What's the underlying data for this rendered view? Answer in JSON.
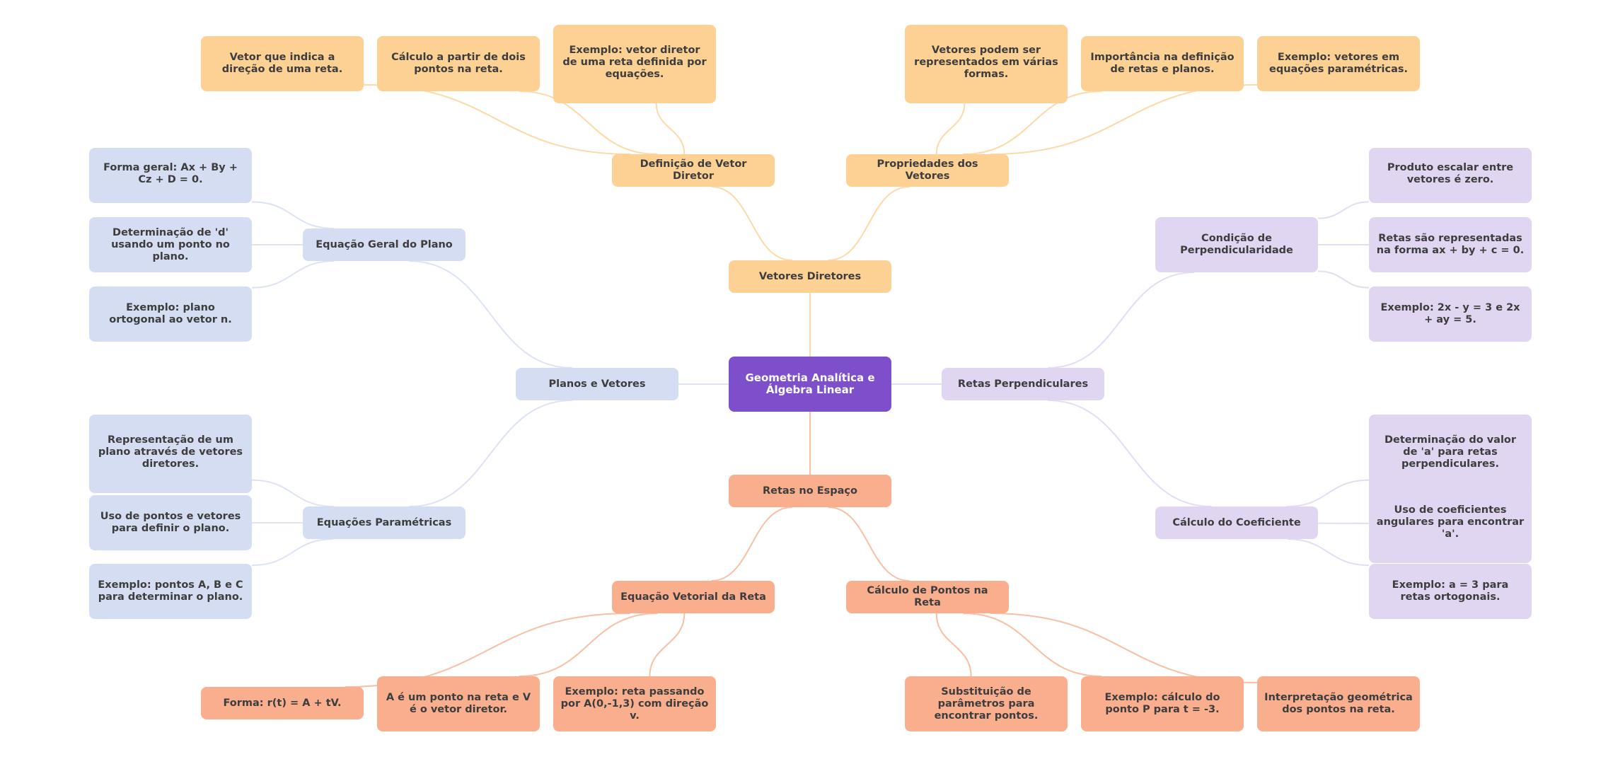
{
  "mindmap": {
    "root": {
      "label": "Geometria Analítica e Álgebra Linear",
      "color": "#7e4fca"
    },
    "branches": [
      {
        "id": "vetores",
        "label": "Vetores Diretores",
        "color": "#fdd093",
        "edge_color": "#fdd9a8",
        "children": [
          {
            "label": "Definição de Vetor Diretor",
            "children": [
              "Vetor que indica a direção de uma reta.",
              "Cálculo a partir de dois pontos na reta.",
              "Exemplo: vetor diretor de uma reta definida por equações."
            ]
          },
          {
            "label": "Propriedades dos Vetores",
            "children": [
              "Vetores podem ser representados em várias formas.",
              "Importância na definição de retas e planos.",
              "Exemplo: vetores em equações paramétricas."
            ]
          }
        ]
      },
      {
        "id": "planos",
        "label": "Planos e Vetores",
        "color": "#d5ddf2",
        "edge_color": "#dde3f4",
        "children": [
          {
            "label": "Equação Geral do Plano",
            "children": [
              "Forma geral: Ax + By + Cz + D = 0.",
              "Determinação de 'd' usando um ponto no plano.",
              "Exemplo: plano ortogonal ao vetor n."
            ]
          },
          {
            "label": "Equações Paramétricas",
            "children": [
              "Representação de um plano através de vetores diretores.",
              "Uso de pontos e vetores para definir o plano.",
              "Exemplo: pontos A, B e C para determinar o plano."
            ]
          }
        ]
      },
      {
        "id": "perpendiculares",
        "label": "Retas Perpendiculares",
        "color": "#e0d6f2",
        "edge_color": "#e4dcf4",
        "children": [
          {
            "label": "Condição de Perpendicularidade",
            "children": [
              "Produto escalar entre vetores é zero.",
              "Retas são representadas na forma ax + by + c = 0.",
              "Exemplo: 2x - y = 3 e 2x + ay = 5."
            ]
          },
          {
            "label": "Cálculo do Coeficiente",
            "children": [
              "Determinação do valor de 'a' para retas perpendiculares.",
              "Uso de coeficientes angulares para encontrar 'a'.",
              "Exemplo: a = 3 para retas ortogonais."
            ]
          }
        ]
      },
      {
        "id": "espaco",
        "label": "Retas no Espaço",
        "color": "#f9ae8e",
        "edge_color": "#f9bfa4",
        "children": [
          {
            "label": "Equação Vetorial da Reta",
            "children": [
              "Forma: r(t) = A + tV.",
              "A é um ponto na reta e V é o vetor diretor.",
              "Exemplo: reta passando por A(0,-1,3) com direção v."
            ]
          },
          {
            "label": "Cálculo de Pontos na Reta",
            "children": [
              "Substituição de parâmetros para encontrar pontos.",
              "Exemplo: cálculo do ponto P para t = -3.",
              "Interpretação geométrica dos pontos na reta."
            ]
          }
        ]
      }
    ]
  }
}
